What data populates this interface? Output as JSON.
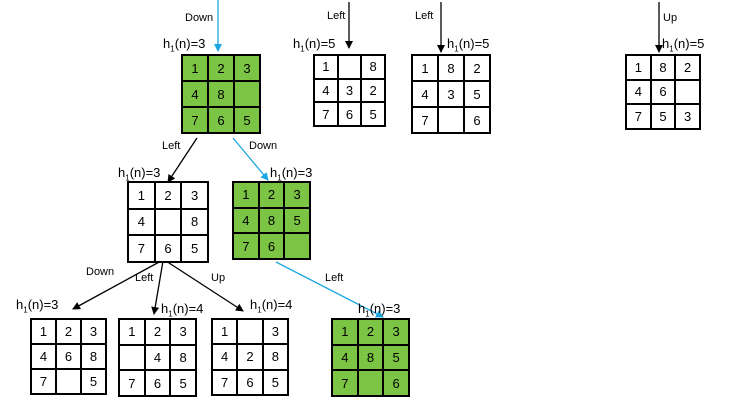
{
  "colors": {
    "solution_path": "#7cc443",
    "blue_arrow": "#1ca7e0",
    "black": "#000000"
  },
  "heuristic": {
    "prefix": "h",
    "subscript": "1",
    "suffix": "(n)="
  },
  "boards": {
    "top_start": {
      "h": "3",
      "tiles": [
        "1",
        "2",
        "3",
        "4",
        "8",
        "",
        "7",
        "6",
        "5"
      ],
      "green": true
    },
    "top_left_1": {
      "h": "5",
      "tiles": [
        "1",
        "",
        "8",
        "4",
        "3",
        "2",
        "7",
        "6",
        "5"
      ],
      "green": false
    },
    "top_left_2": {
      "h": "5",
      "tiles": [
        "1",
        "8",
        "2",
        "4",
        "3",
        "5",
        "7",
        "",
        "6"
      ],
      "green": false
    },
    "top_up": {
      "h": "5",
      "tiles": [
        "1",
        "8",
        "2",
        "4",
        "6",
        "",
        "7",
        "5",
        "3"
      ],
      "green": false
    },
    "mid_left": {
      "h": "3",
      "tiles": [
        "1",
        "2",
        "3",
        "4",
        "",
        "8",
        "7",
        "6",
        "5"
      ],
      "green": false
    },
    "mid_down": {
      "h": "3",
      "tiles": [
        "1",
        "2",
        "3",
        "4",
        "8",
        "5",
        "7",
        "6",
        ""
      ],
      "green": true
    },
    "bot_down": {
      "h": "3",
      "tiles": [
        "1",
        "2",
        "3",
        "4",
        "6",
        "8",
        "7",
        "",
        "5"
      ],
      "green": false
    },
    "bot_left": {
      "h": "4",
      "tiles": [
        "1",
        "2",
        "3",
        "",
        "4",
        "8",
        "7",
        "6",
        "5"
      ],
      "green": false
    },
    "bot_up": {
      "h": "4",
      "tiles": [
        "1",
        "",
        "3",
        "4",
        "2",
        "8",
        "7",
        "6",
        "5"
      ],
      "green": false
    },
    "goal": {
      "h": "3",
      "tiles": [
        "1",
        "2",
        "3",
        "4",
        "8",
        "5",
        "7",
        "",
        "6"
      ],
      "green": true
    }
  },
  "moves": {
    "top_down": "Down",
    "top_left_1": "Left",
    "top_left_2": "Left",
    "top_up": "Up",
    "mid_left": "Left",
    "mid_down": "Down",
    "goal_left": "Left",
    "bot_down": "Down",
    "bot_left": "Left",
    "bot_up": "Up"
  }
}
